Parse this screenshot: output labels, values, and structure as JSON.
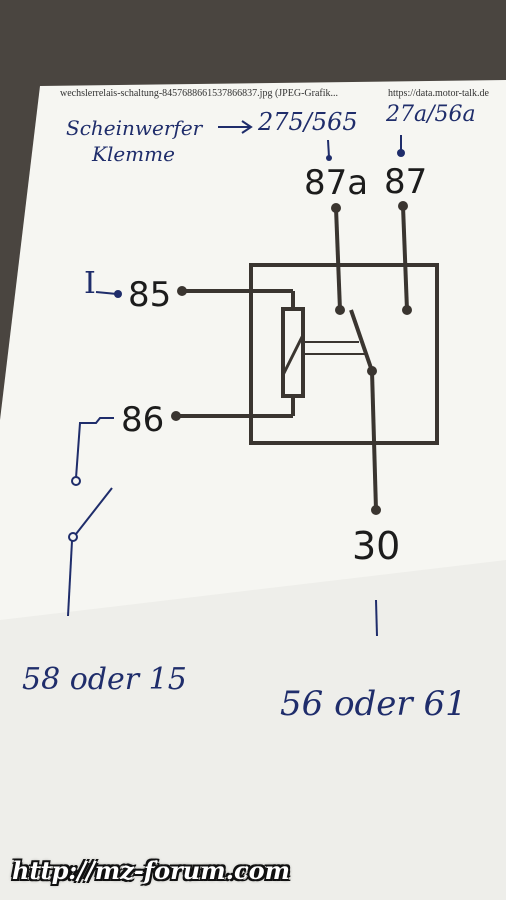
{
  "browser_header": {
    "title": "wechslerrelais-schaltung-8457688661537866837.jpg (JPEG-Grafik...",
    "url": "https://data.motor-talk.de"
  },
  "handwritten": {
    "headlight_line1": "Scheinwerfer",
    "arrow": "→",
    "headlight_code": "275/565",
    "headlight_line2": "Klemme",
    "pin87_code": "27a/56a",
    "pin85_mark": "I",
    "bottom_left": "58 oder 15",
    "bottom_right": "56 oder 61"
  },
  "relay": {
    "pins": {
      "p87a": "87a",
      "p87": "87",
      "p85": "85",
      "p86": "86",
      "p30": "30"
    }
  },
  "colors": {
    "background": "#4a4540",
    "paper": "#f7f7f3",
    "ink_print": "#3a3530",
    "ink_pen": "#1f2d6b"
  },
  "watermark": "http://mz-forum.com"
}
